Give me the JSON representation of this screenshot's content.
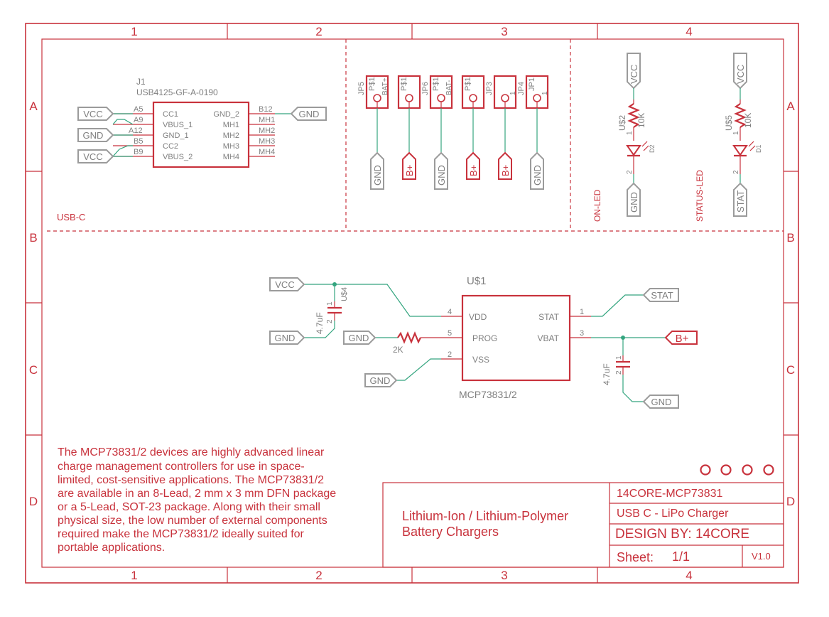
{
  "frame": {
    "columns": [
      "1",
      "2",
      "3",
      "4"
    ],
    "rows": [
      "A",
      "B",
      "C",
      "D"
    ]
  },
  "usb": {
    "ref": "J1",
    "part": "USB4125-GF-A-0190",
    "left_pins": [
      {
        "num": "A5",
        "name": "CC1",
        "net": "VCC"
      },
      {
        "num": "A9",
        "name": "VBUS_1",
        "net": ""
      },
      {
        "num": "A12",
        "name": "GND_1",
        "net": "GND"
      },
      {
        "num": "B5",
        "name": "CC2",
        "net": ""
      },
      {
        "num": "B9",
        "name": "VBUS_2",
        "net": "VCC"
      }
    ],
    "right_pins": [
      {
        "num": "B12",
        "name": "GND_2",
        "net": "GND"
      },
      {
        "num": "MH1",
        "name": "MH1"
      },
      {
        "num": "MH2",
        "name": "MH2"
      },
      {
        "num": "MH3",
        "name": "MH3"
      },
      {
        "num": "MH4",
        "name": "MH4"
      }
    ],
    "section_label": "USB-C"
  },
  "pads": [
    {
      "ref": "JP5",
      "name": "P$1",
      "pin": "BAT+",
      "net": "GND"
    },
    {
      "ref": "",
      "name": "P$1",
      "pin": "",
      "net": "B+"
    },
    {
      "ref": "JP6",
      "name": "P$1",
      "pin": "BAT-",
      "net": "GND"
    },
    {
      "ref": "",
      "name": "P$1",
      "pin": "",
      "net": "B+"
    },
    {
      "ref": "JP3",
      "name": "",
      "pin": "1",
      "net": "B+"
    },
    {
      "ref": "JP4",
      "name": "JP1",
      "pin": "1",
      "net": "GND"
    }
  ],
  "leds": [
    {
      "supply": "VCC",
      "res_ref": "U$2",
      "res_val": "10K",
      "led_ref": "D2",
      "pin1": "1",
      "pin2": "2",
      "net": "GND",
      "label": "ON-LED"
    },
    {
      "supply": "VCC",
      "res_ref": "U$5",
      "res_val": "10K",
      "led_ref": "D1",
      "pin1": "1",
      "pin2": "2",
      "net": "STAT",
      "label": "STATUS-LED"
    }
  ],
  "charger": {
    "ref": "U$1",
    "part": "MCP73831/2",
    "pins_left": [
      {
        "num": "4",
        "name": "VDD"
      },
      {
        "num": "5",
        "name": "PROG"
      },
      {
        "num": "2",
        "name": "VSS"
      }
    ],
    "pins_right": [
      {
        "num": "1",
        "name": "STAT"
      },
      {
        "num": "3",
        "name": "VBAT"
      }
    ],
    "cin": {
      "ref": "U$4",
      "value": "4.7uF",
      "pin1": "1",
      "pin2": "2"
    },
    "cout": {
      "value": "4.7uF",
      "pin1": "1",
      "pin2": "2"
    },
    "rprog": {
      "value": "2K"
    },
    "nets": {
      "vcc": "VCC",
      "gnd": "GND",
      "stat": "STAT",
      "bplus": "B+"
    }
  },
  "description": [
    "The MCP73831/2 devices are highly advanced linear",
    "charge management controllers for use in space-",
    "limited, cost-sensitive applications. The MCP73831/2",
    "are available in an 8-Lead, 2 mm x 3 mm DFN package",
    "or a 5-Lead, SOT-23 package. Along with their small",
    "physical size, the low number of external components",
    "required make the MCP73831/2 ideally suited for",
    "portable applications."
  ],
  "title_block": {
    "title_line1": "Lithium-Ion / Lithium-Polymer",
    "title_line2": "Battery Chargers",
    "project": "14CORE-MCP73831",
    "subtitle": "USB C - LiPo Charger",
    "design_by": "DESIGN BY: 14CORE",
    "sheet_label": "Sheet:",
    "sheet_value": "1/1",
    "version": "V1.0"
  },
  "colors": {
    "frame": "#c8323c",
    "net": "#34a57f",
    "label": "#7f7f7f"
  }
}
